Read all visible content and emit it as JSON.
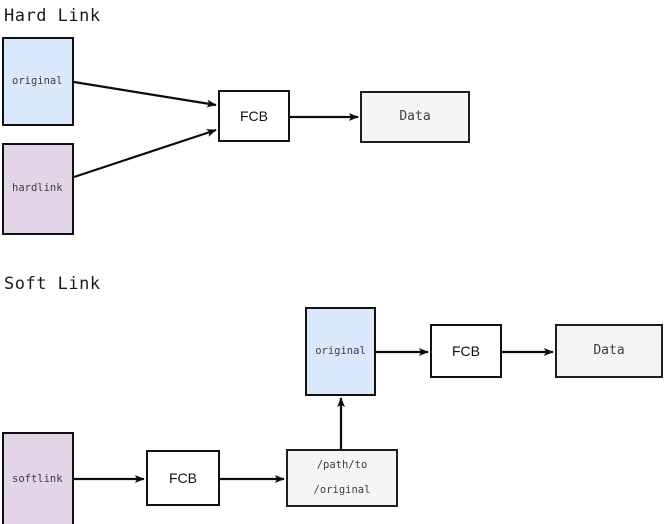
{
  "diagram": {
    "title_hard": "Hard Link",
    "title_soft": "Soft Link",
    "colors": {
      "blue_fill": "#dae8fc",
      "purple_fill": "#e1d5e7",
      "gray_fill": "#f5f5f5",
      "white_fill": "#ffffff",
      "stroke": "#111111",
      "text": "#3d3d3d",
      "background": "#ffffff"
    }
  },
  "hard_link": {
    "heading": "Hard Link",
    "nodes": {
      "original": "original",
      "hardlink": "hardlink",
      "fcb": "FCB",
      "data": "Data"
    }
  },
  "soft_link": {
    "heading": "Soft Link",
    "nodes": {
      "original": "original",
      "fcb_top": "FCB",
      "data": "Data",
      "softlink": "softlink",
      "fcb_bottom": "FCB",
      "path_line1": "/path/to",
      "path_line2": "/original"
    }
  },
  "edges": [
    {
      "name": "original-to-fcb",
      "from": "hard.original",
      "to": "hard.fcb"
    },
    {
      "name": "hardlink-to-fcb",
      "from": "hard.hardlink",
      "to": "hard.fcb"
    },
    {
      "name": "fcb-to-data",
      "from": "hard.fcb",
      "to": "hard.data"
    },
    {
      "name": "soft-original-to-fcb",
      "from": "soft.original",
      "to": "soft.fcb_top"
    },
    {
      "name": "soft-fcb-to-data",
      "from": "soft.fcb_top",
      "to": "soft.data"
    },
    {
      "name": "softlink-to-fcb",
      "from": "soft.softlink",
      "to": "soft.fcb_bottom"
    },
    {
      "name": "fcb-to-path",
      "from": "soft.fcb_bottom",
      "to": "soft.path"
    },
    {
      "name": "path-to-original",
      "from": "soft.path",
      "to": "soft.original"
    }
  ]
}
